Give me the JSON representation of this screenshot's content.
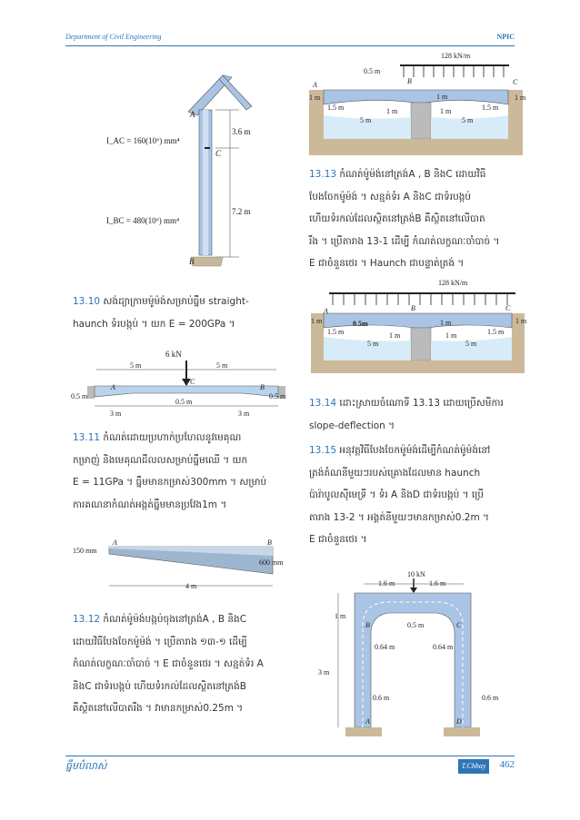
{
  "header": {
    "left": "Department of Civil Engineering",
    "right": "NPIC"
  },
  "footer": {
    "left": "ធ្នឹមបំលាស់",
    "author": "T.Chhay",
    "page": "462"
  },
  "fig_1310": {
    "iac": "I_AC = 160(10⁶) mm⁴",
    "ibc": "I_BC = 480(10⁶) mm⁴",
    "len1": "3.6 m",
    "len2": "7.2 m",
    "A": "A",
    "B": "B",
    "C": "C"
  },
  "p1310": {
    "num": "13.10",
    "line1": " សង់ដ្យាក្រាមម៉ូម៉ង់សម្រាប់ធ្នឹម straight-",
    "line2": "haunch ទំរបង្កប់ ។ យក E = 200GPa ។"
  },
  "fig_1310b": {
    "load": "6 kN",
    "a": "5 m",
    "b": "5 m",
    "depth1": "0.5 m",
    "depth2": "0.5 m",
    "depth3": "0.5 m",
    "h1": "3 m",
    "h2": "3 m",
    "A": "A",
    "B": "B",
    "C": "C"
  },
  "p1311": {
    "num": "13.11",
    "line1": " កំណត់ដោយប្រហាក់ប្រហែលនូវមេគុណ",
    "line2": "កម្រាញ់ និងមេគុណដឹលលសម្រាប់ធ្នឹមឈើ ។ យក",
    "line3": "E = 11GPa ។ ធ្នឹមមានកម្រាស់300mm ។ សម្រាប់",
    "line4": "ការគណនាកំណត់អង្កត់ធ្នឹមមានប្រវែង1m ។"
  },
  "fig_1311": {
    "h1": "150 mm",
    "h2": "600 mm",
    "len": "4 m",
    "A": "A",
    "B": "B"
  },
  "p1312": {
    "num": "13.12",
    "line1": " កំណត់ម៉ូម៉ង់បង្កប់ចុងនៅត្រង់A , B និងC",
    "line2": "ដោយវិធីបែងចែកម៉ូម៉ង់ ។ ប្រើតារាង ១៣-១ ដើម្បី",
    "line3": "កំណត់លក្ខណៈចាំបាច់ ។ E ជាចំនួនថេរ ។ សន្មត់ទំរ A",
    "line4": "និងC ជាទំរបង្កប់ ហើយទំរកល់ដែលស្ថិតនៅត្រង់B",
    "line5": "គឺស្ថិតនៅលើបាតរឹង ។ វាមានកម្រាស់0.25m ។"
  },
  "fig_1313": {
    "load": "128 kN/m",
    "s05": "0.5 m",
    "s1a": "1 m",
    "s1b": "1 m",
    "s15a": "1.5 m",
    "s15b": "1.5 m",
    "s5a": "5 m",
    "s5b": "5 m",
    "s1c": "1 m",
    "s1d": "1 m",
    "s1e": "1 m",
    "A": "A",
    "B": "B",
    "C": "C"
  },
  "p1313": {
    "num": "13.13",
    "line1": " កំណត់ម៉ូម៉ង់នៅត្រង់A , B និងC ដោយវិធី",
    "line2": "បែងចែកម៉ូម៉ង់ ។ សន្មត់ទំរ A និងC ជាទំរបង្កប់",
    "line3": "ហើយទំរកល់ដែលស្ថិតនៅត្រង់B គឺស្ថិតនៅលើបាត",
    "line4": "រឹង ។ ប្រើតារាង 13-1 ដើម្បី កំណត់លក្ខណៈចាំបាច់ ។",
    "line5": "E ជាចំនួនថេរ ។ Haunch ជាបន្ទាត់ត្រង់ ។"
  },
  "fig_1313b": {
    "load": "128 kN/m",
    "s05": "0.5m",
    "s1a": "1 m",
    "s1b": "1 m",
    "s1c": "1 m",
    "s1d": "1 m",
    "s15a": "1.5 m",
    "s15b": "1.5 m",
    "s5a": "5 m",
    "s5b": "5 m",
    "A": "A",
    "B": "B",
    "C": "C"
  },
  "p1314": {
    "num": "13.14",
    "line1": " ដោះស្រាយចំណោទី 13.13 ដោយប្រើសមីការ",
    "line2": "slope-deflection ។"
  },
  "p1315": {
    "num": "13.15",
    "line1": " អនុវត្តវិធីបែងចែកម៉ូម៉ង់ដើម្បីកំណត់ម៉ូម៉ង់នៅ",
    "line2": "ត្រង់តំណនីមួយៗរបស់គ្រោងដែលមាន haunch",
    "line3": "ប៉ារ៉ាបូលស៊ីមេទ្រី ។ ទំរ A និងD ជាទំរបង្កប់ ។ ប្រើ",
    "line4": "តារាង 13-2 ។ អង្គត់នីមួយៗមានកម្រាស់0.2m ។",
    "line5": "E ជាចំនួនថេរ ។"
  },
  "fig_1315": {
    "load": "10 kN",
    "w1": "1.6 m",
    "w2": "1.6 m",
    "h1": "1 m",
    "h3": "3 m",
    "d05": "0.5 m",
    "d064a": "0.64 m",
    "d064b": "0.64 m",
    "d06a": "0.6 m",
    "d06b": "0.6 m",
    "A": "A",
    "B": "B",
    "C": "C",
    "D": "D"
  }
}
